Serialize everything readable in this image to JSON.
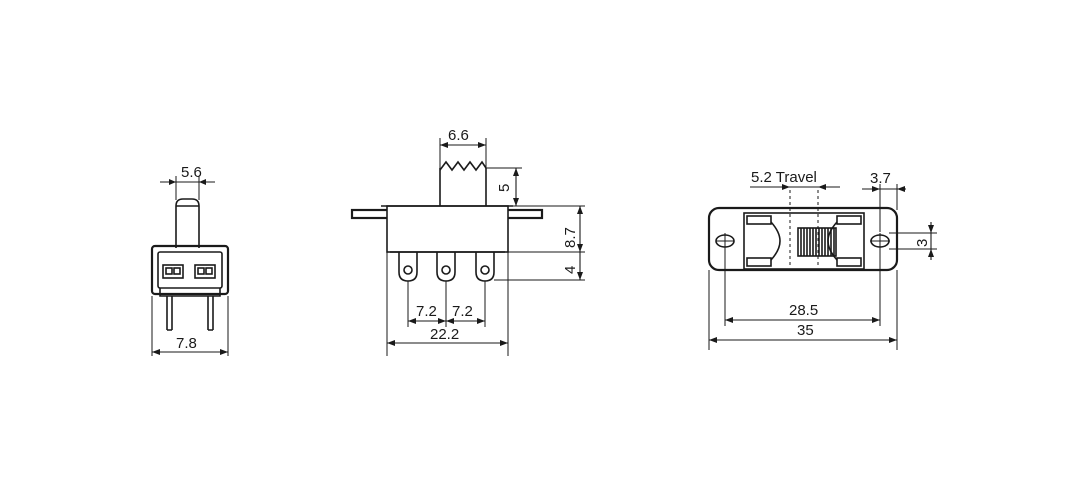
{
  "side_view": {
    "width_label": "7.8",
    "actuator_width_label": "5.6"
  },
  "front_view": {
    "actuator_width_label": "6.6",
    "actuator_height_label": "5",
    "body_height_label": "8.7",
    "pin_length_label": "4",
    "pin_pitch_left_label": "7.2",
    "pin_pitch_right_label": "7.2",
    "body_width_label": "22.2"
  },
  "top_view": {
    "travel_label": "5.2 Travel",
    "hole_offset_label": "3.7",
    "hole_diameter_label": "3",
    "hole_spacing_label": "28.5",
    "overall_length_label": "35"
  }
}
